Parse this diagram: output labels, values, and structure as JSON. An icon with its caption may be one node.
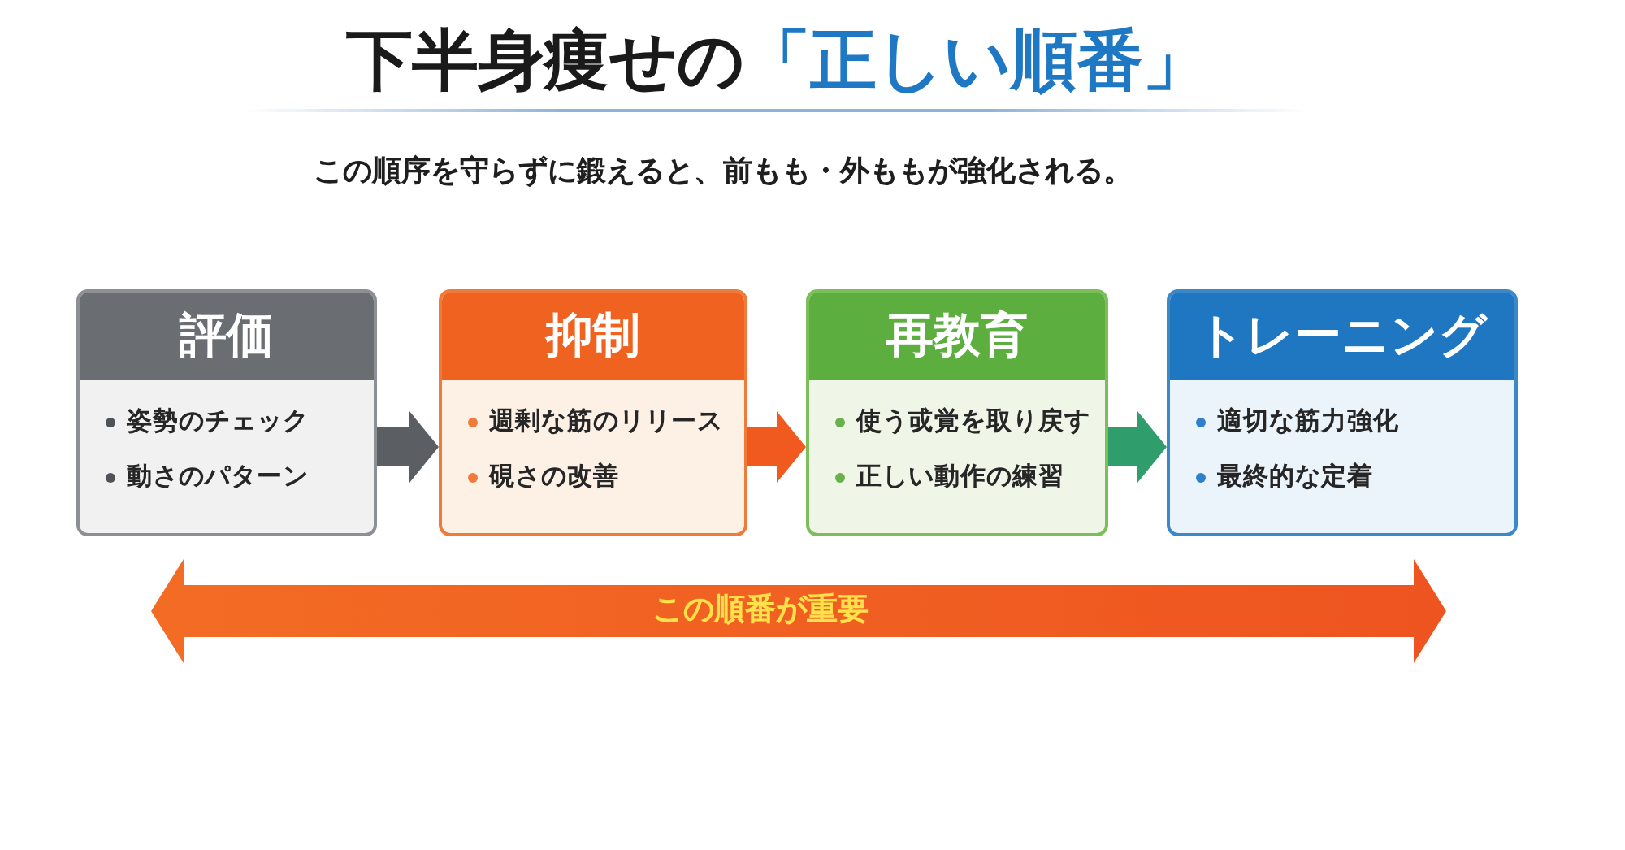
{
  "diagram": {
    "title": "下半身痩せの「正しい順番」",
    "nodes": [
      {
        "text": [
          "評価",
          "姿勢のチェック",
          "動さのパターン"
        ]
      },
      {
        "text": [
          "抑制",
          "週剰な筋のリリース",
          "硯さの改善"
        ]
      },
      {
        "text": [
          "再教育",
          "使う戓覚を取り戻す",
          "正しい動作の練習"
        ]
      },
      {
        "text": [
          "トレーニング",
          "適切な筋力強化",
          "最終的な定着"
        ]
      },
      {
        "text": [
          "この順番が重要"
        ]
      }
    ],
    "edges": [
      {
        "from": 0,
        "to": 1,
        "arrow": "to",
        "color": "#5b5f64"
      },
      {
        "from": 1,
        "to": 2,
        "arrow": "to",
        "color": "#f05a1e"
      },
      {
        "from": 2,
        "to": 3,
        "arrow": "to",
        "color": "#2f9e6c"
      }
    ],
    "labels": [
      "この順序を守らずに鍛えると、前もも・外ももが強化される。"
    ]
  }
}
